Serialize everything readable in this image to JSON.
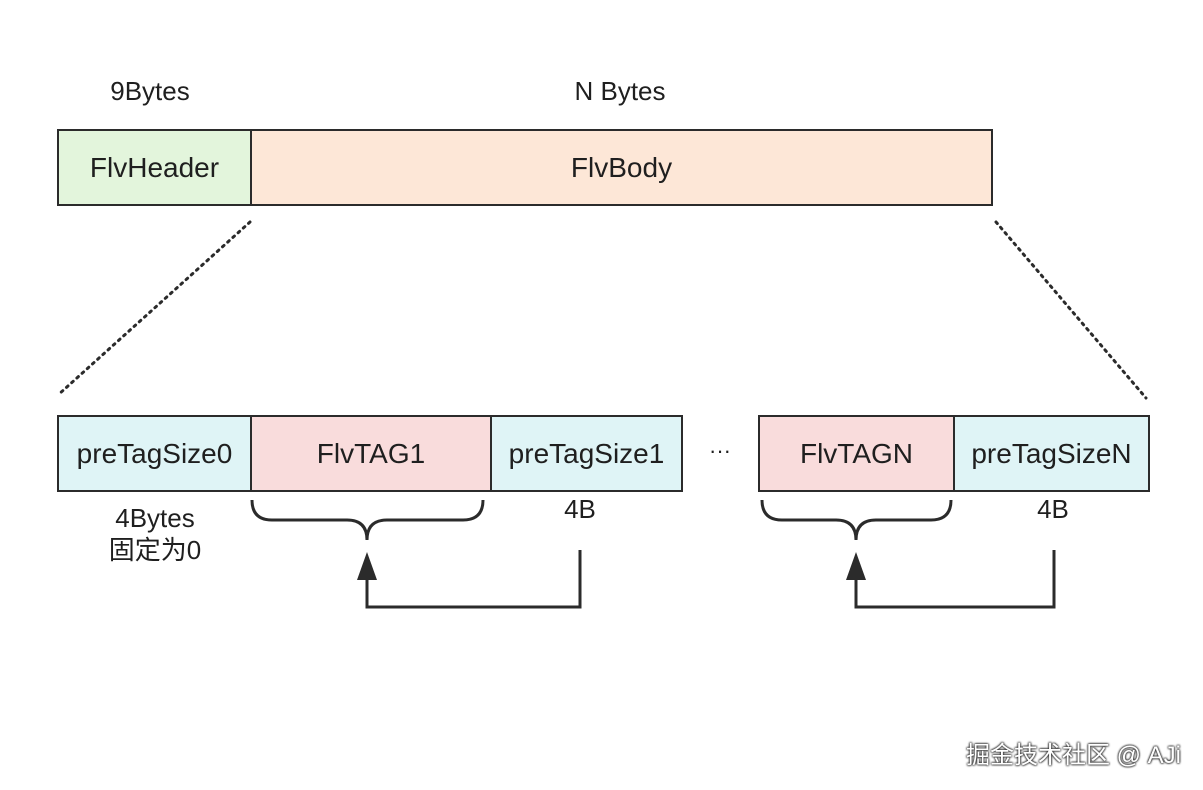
{
  "top": {
    "header_size_label": "9Bytes",
    "body_size_label": "N Bytes",
    "header_box": "FlvHeader",
    "body_box": "FlvBody"
  },
  "bottom": {
    "boxes": [
      "preTagSize0",
      "FlvTAG1",
      "preTagSize1",
      "FlvTAGN",
      "preTagSizeN"
    ],
    "ellipsis": "···",
    "first_size_label_line1": "4Bytes",
    "first_size_label_line2": "固定为0",
    "size_label_1": "4B",
    "size_label_n": "4B"
  },
  "colors": {
    "header": "#e3f5dc",
    "body": "#fde7d7",
    "pretag": "#dff4f6",
    "tag": "#f9dcdc",
    "stroke": "#2b2b2b"
  },
  "watermark": "掘金技术社区 @ AJi"
}
